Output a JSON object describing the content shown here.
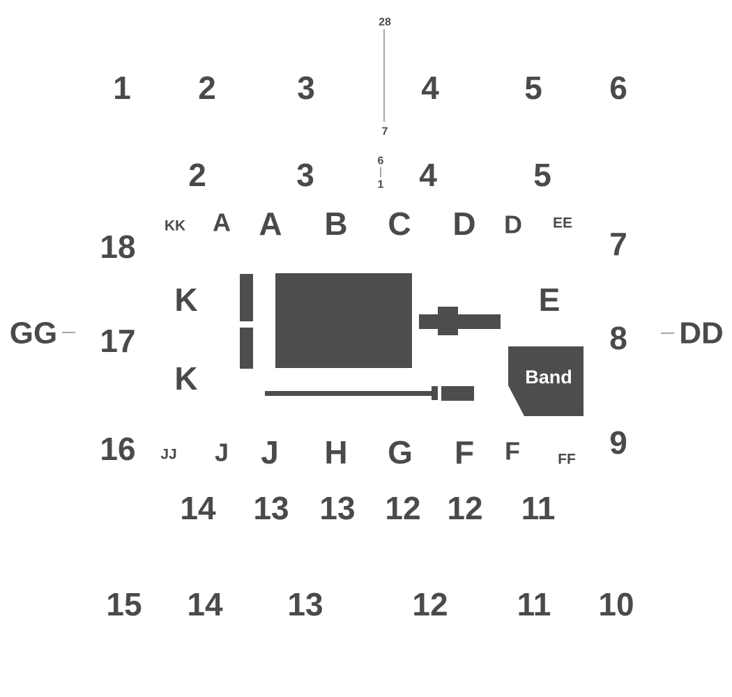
{
  "map": {
    "outer_sections": [
      "1",
      "2",
      "3",
      "4",
      "5",
      "6",
      "7",
      "8",
      "9",
      "10",
      "11",
      "12",
      "13",
      "14",
      "15",
      "16",
      "17",
      "18"
    ],
    "upper_middle_sections": [
      "2",
      "3",
      "4",
      "5"
    ],
    "center_markers": [
      "28",
      "7",
      "6",
      "1"
    ],
    "top_floor_sections": [
      "KK",
      "A",
      "A",
      "B",
      "C",
      "D",
      "D",
      "EE"
    ],
    "side_floor_sections": [
      "K",
      "K",
      "E"
    ],
    "bottom_floor_sections": [
      "JJ",
      "J",
      "J",
      "H",
      "G",
      "F",
      "F",
      "FF"
    ],
    "lower_middle_sections": [
      "14",
      "13",
      "13",
      "12",
      "12",
      "11"
    ],
    "bottom_outer_sections": [
      "15",
      "14",
      "13",
      "12",
      "11",
      "10"
    ],
    "side_sections": [
      "GG",
      "DD"
    ],
    "band_label": "Band"
  }
}
